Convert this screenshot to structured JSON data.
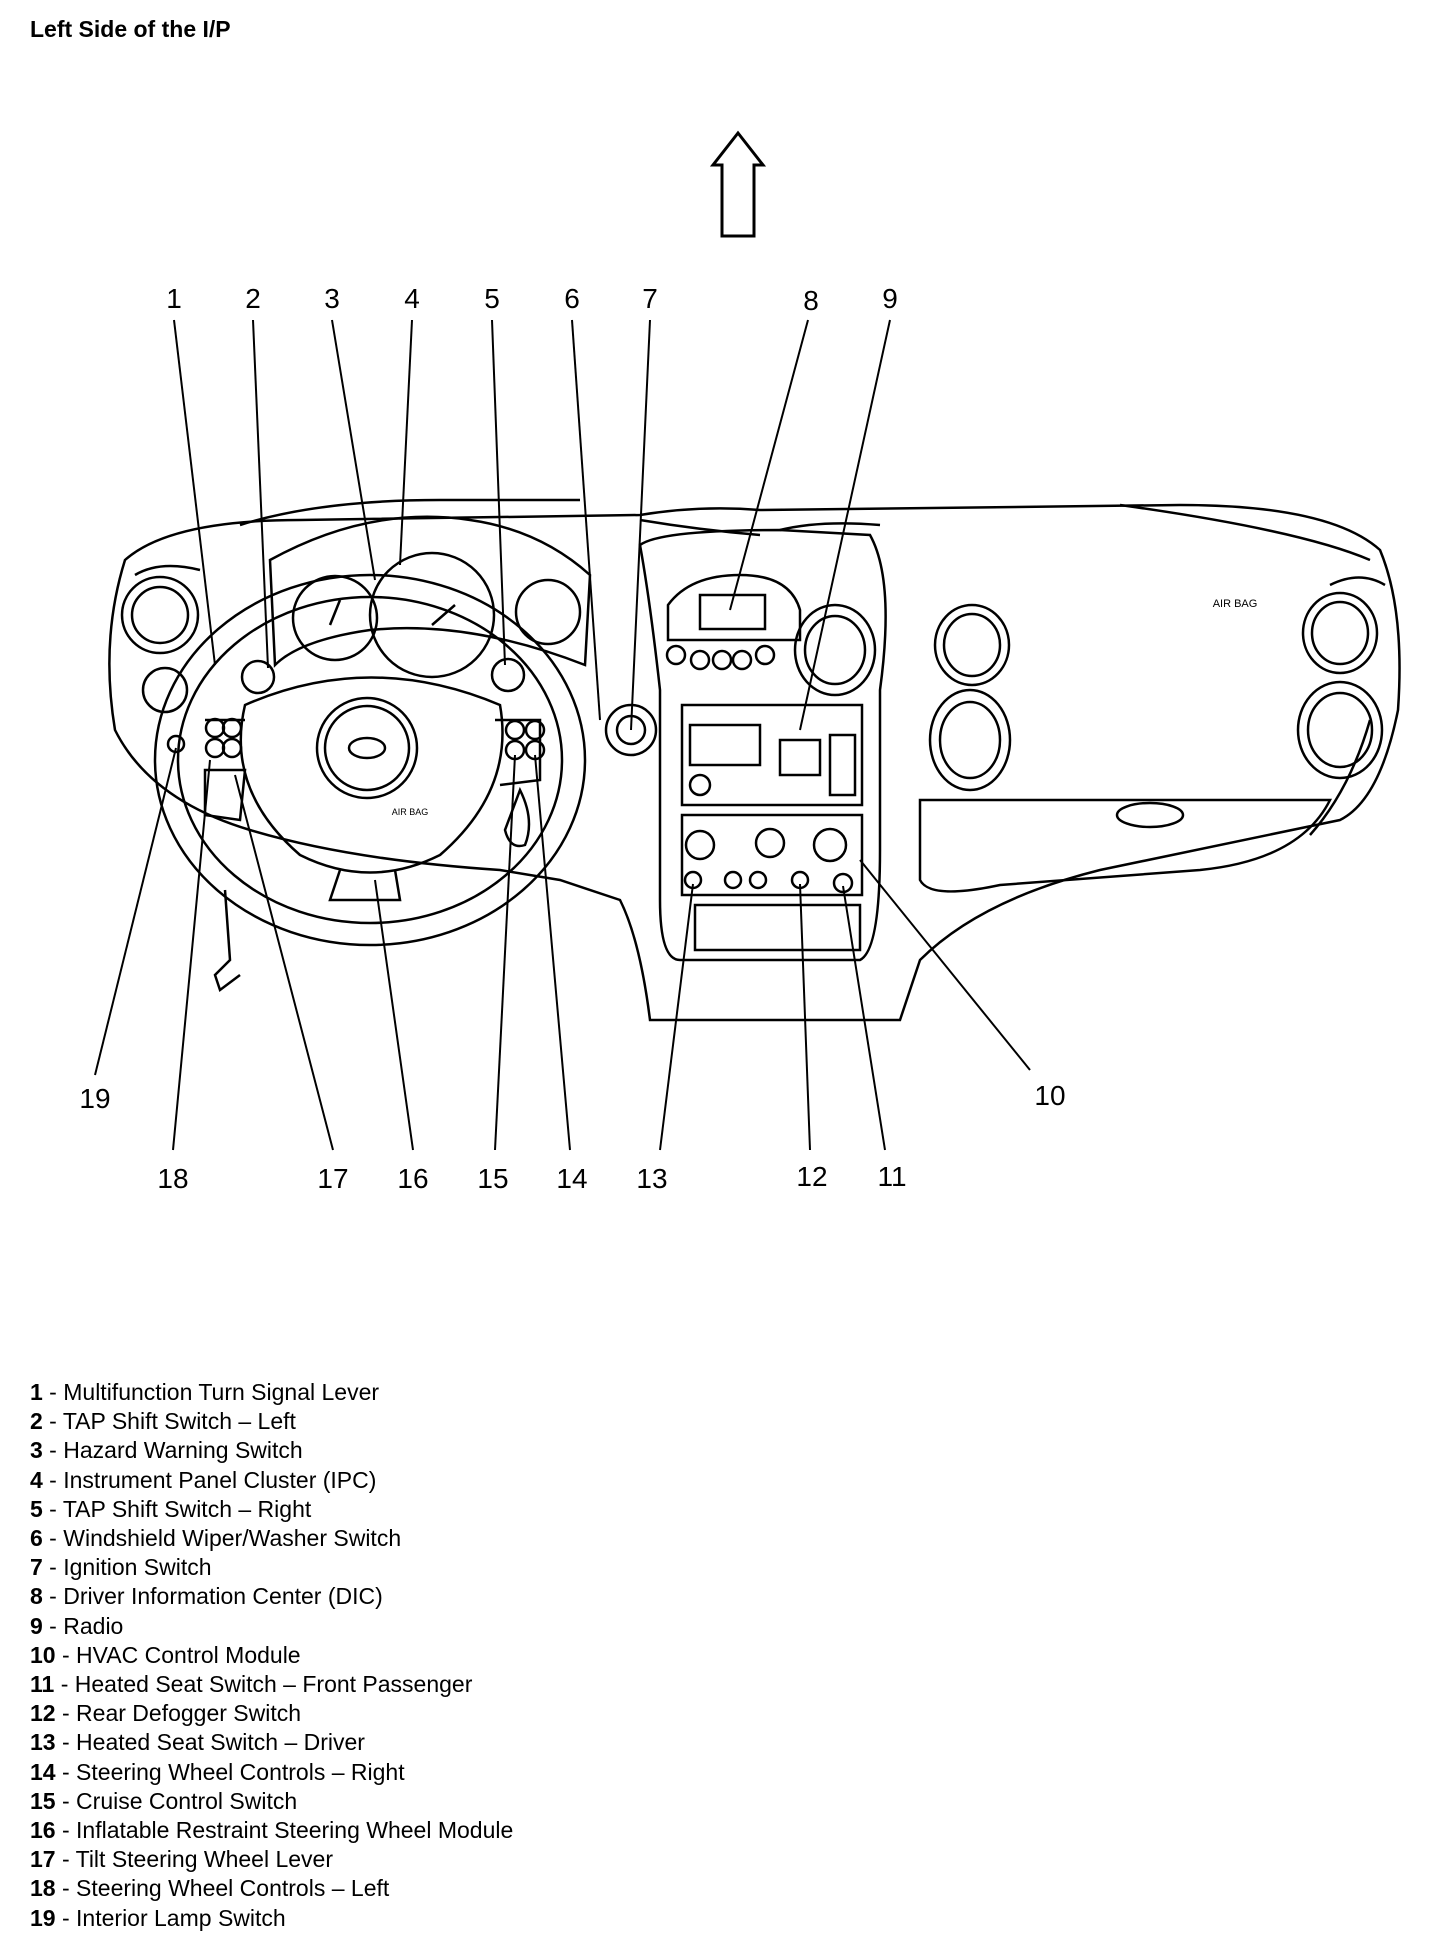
{
  "title": "Left Side of the I/P",
  "diagram": {
    "airbag_passenger_label": "AIR BAG",
    "airbag_driver_label": "AIR BAG",
    "callouts": [
      "1",
      "2",
      "3",
      "4",
      "5",
      "6",
      "7",
      "8",
      "9",
      "10",
      "11",
      "12",
      "13",
      "14",
      "15",
      "16",
      "17",
      "18",
      "19"
    ]
  },
  "legend": [
    {
      "num": "1",
      "sep": " - ",
      "text": "Multifunction Turn Signal Lever"
    },
    {
      "num": "2",
      "sep": " - ",
      "text": "TAP Shift Switch – Left"
    },
    {
      "num": "3",
      "sep": " - ",
      "text": "Hazard Warning Switch"
    },
    {
      "num": "4",
      "sep": " - ",
      "text": "Instrument Panel Cluster (IPC)"
    },
    {
      "num": "5",
      "sep": " - ",
      "text": "TAP Shift Switch – Right"
    },
    {
      "num": "6",
      "sep": " - ",
      "text": "Windshield Wiper/Washer Switch"
    },
    {
      "num": "7",
      "sep": " - ",
      "text": "Ignition Switch"
    },
    {
      "num": "8",
      "sep": " - ",
      "text": "Driver Information Center (DIC)"
    },
    {
      "num": "9",
      "sep": " - ",
      "text": "Radio"
    },
    {
      "num": "10",
      "sep": " - ",
      "text": "HVAC Control Module"
    },
    {
      "num": "11",
      "sep": " - ",
      "text": "Heated Seat Switch – Front Passenger"
    },
    {
      "num": "12",
      "sep": " - ",
      "text": "Rear Defogger Switch"
    },
    {
      "num": "13",
      "sep": " - ",
      "text": "Heated Seat Switch – Driver"
    },
    {
      "num": "14",
      "sep": " - ",
      "text": "Steering Wheel Controls – Right"
    },
    {
      "num": "15",
      "sep": " - ",
      "text": "Cruise Control Switch"
    },
    {
      "num": "16",
      "sep": " - ",
      "text": "Inflatable Restraint Steering Wheel Module"
    },
    {
      "num": "17",
      "sep": " - ",
      "text": "Tilt Steering Wheel Lever"
    },
    {
      "num": "18",
      "sep": " - ",
      "text": "Steering Wheel Controls – Left"
    },
    {
      "num": "19",
      "sep": " - ",
      "text": "Interior Lamp Switch"
    }
  ]
}
